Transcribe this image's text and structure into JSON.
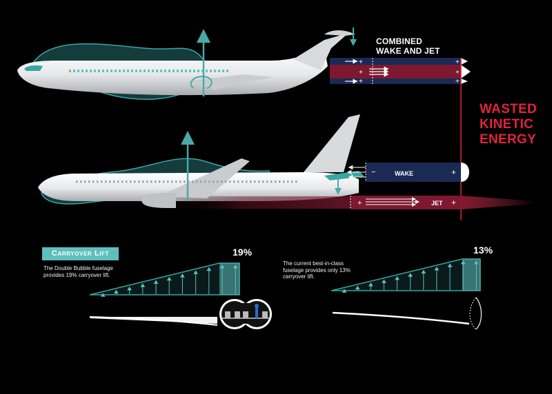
{
  "labels": {
    "combined_line1": "COMBINED",
    "combined_line2": "WAKE AND JET",
    "wasted_line1": "WASTED",
    "wasted_line2": "KINETIC",
    "wasted_line3": "ENERGY",
    "wake": "WAKE",
    "jet": "JET",
    "minus": "−",
    "plus": "+"
  },
  "carryover": {
    "title": "Carryover Lift",
    "double_bubble": {
      "percent": "19%",
      "description": "The Double Bubble fuselage provides 19% carryover lift.",
      "value": 19
    },
    "conventional": {
      "percent": "13%",
      "description": "The current best-in-class fuselage provides only 13% carryover lift.",
      "value": 13
    }
  },
  "colors": {
    "teal": "#5ebfbd",
    "wake_blue": "#1b2a55",
    "jet_red": "#7d1830",
    "accent_red": "#e0233d",
    "fuselage": "#e9eaec"
  }
}
